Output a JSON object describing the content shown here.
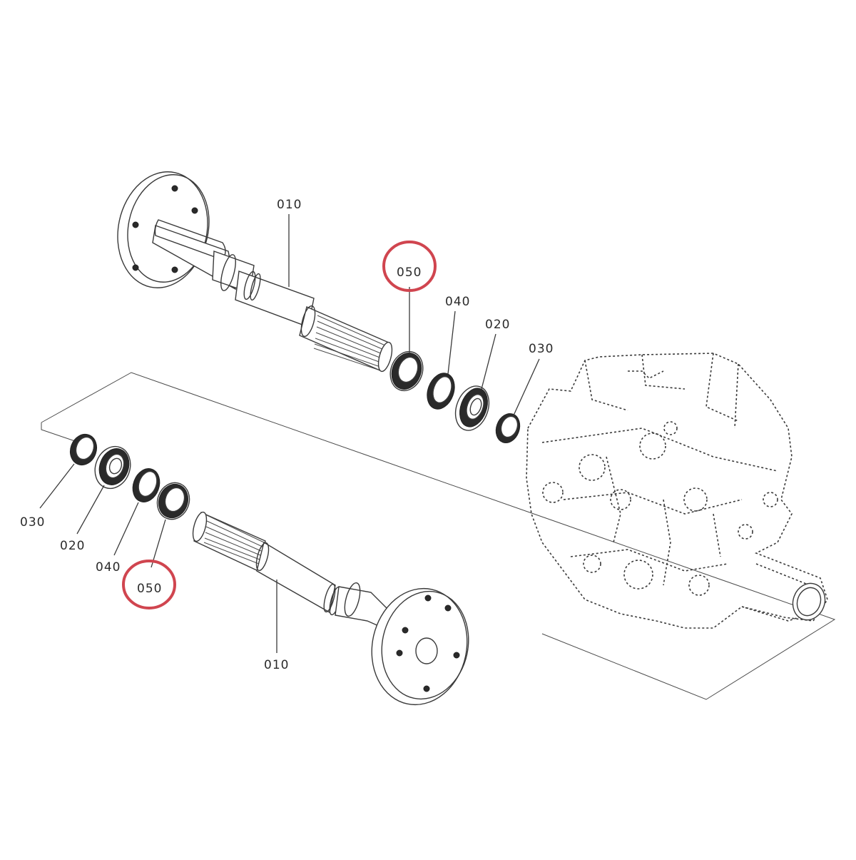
{
  "callouts": {
    "top_010": "010",
    "top_050": "050",
    "top_040": "040",
    "top_020": "020",
    "top_030": "030",
    "bottom_030": "030",
    "bottom_020": "020",
    "bottom_040": "040",
    "bottom_050": "050",
    "bottom_010": "010"
  },
  "colors": {
    "highlight": "#d0454f",
    "line": "#3a3a3a",
    "background": "#ffffff"
  }
}
